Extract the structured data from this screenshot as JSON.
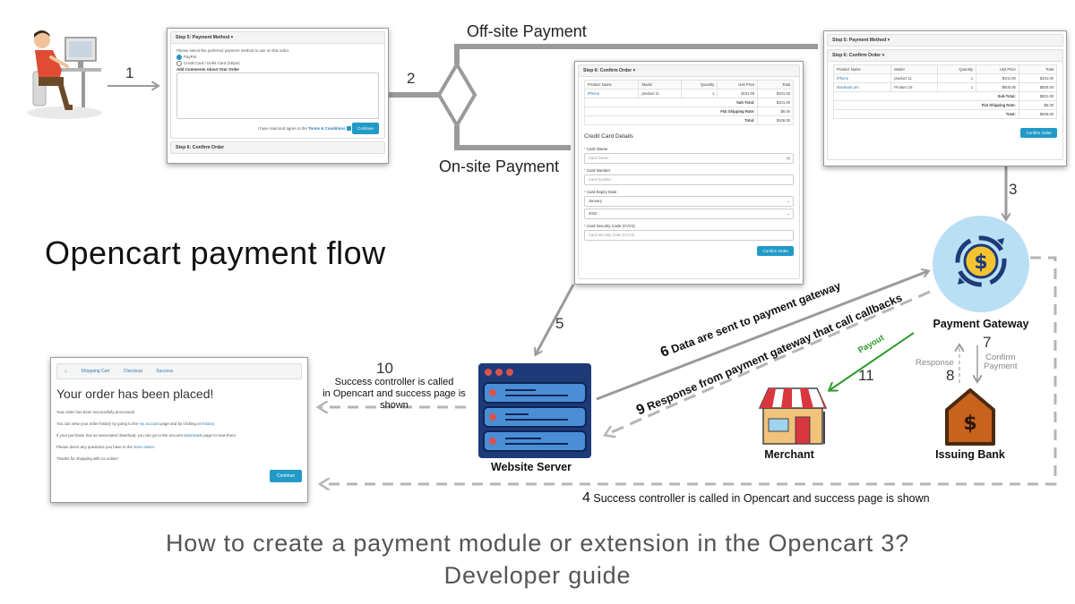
{
  "title": "Opencart payment flow",
  "footer": {
    "line1": "How to create a payment module or extension in the Opencart 3?",
    "line2": "Developer guide"
  },
  "branches": {
    "offsite": "Off-site Payment",
    "onsite": "On-site Payment"
  },
  "steps": {
    "s1": "1",
    "s2": "2",
    "s3": "3",
    "s4": "4",
    "s5": "5",
    "s6": "6",
    "s7": "7",
    "s8": "8",
    "s9": "9",
    "s10": "10",
    "s11": "11"
  },
  "flow_labels": {
    "data_sent": "Data are sent to payment gateway",
    "response": "Response from payment gateway that call callbacks",
    "success_10": "Success controller is called\nin Opencart and success page is shown",
    "success_4": "Success controller is called in Opencart and success page is shown",
    "payout": "Payout",
    "response_small": "Response",
    "confirm_payment": "Confirm\nPayment"
  },
  "nodes": {
    "gateway": "Payment Gateway",
    "server": "Website Server",
    "merchant": "Merchant",
    "bank": "Issuing Bank"
  },
  "shot_payment_method": {
    "header": "Step 5: Payment Method ▾",
    "intro": "Please select the preferred payment method to use on this order.",
    "option1": "PayPal",
    "option2": "Credit Card / Debit Card (Stripe)",
    "comments_label": "Add Comments About Your Order",
    "agree_text": "I have read and agree to the",
    "terms_link": "Terms & Conditions",
    "continue_btn": "Continue",
    "next_header": "Step 6: Confirm Order"
  },
  "shot_onsite": {
    "header": "Step 6: Confirm Order ▾",
    "columns": [
      "Product Name",
      "Model",
      "Quantity",
      "Unit Price",
      "Total"
    ],
    "rows": [
      [
        "iPhone",
        "product 11",
        "1",
        "$101.00",
        "$101.00"
      ]
    ],
    "totals": [
      {
        "label": "Sub-Total:",
        "value": "$101.00"
      },
      {
        "label": "Flat Shipping Rate:",
        "value": "$5.00"
      },
      {
        "label": "Total:",
        "value": "$106.00"
      }
    ],
    "cc_title": "Credit Card Details",
    "owner_label": "Card Owner",
    "owner_ph": "Card Owner",
    "number_label": "Card Number",
    "number_ph": "Card Number",
    "expiry_label": "Card Expiry Date",
    "month": "January",
    "year": "2020",
    "cvv_label": "Card Security Code (CVV2)",
    "cvv_ph": "Card Security Code (CVV2)",
    "confirm_btn": "Confirm Order"
  },
  "shot_offsite": {
    "header1": "Step 5: Payment Method ▾",
    "header2": "Step 6: Confirm Order ▾",
    "columns": [
      "Product Name",
      "Model",
      "Quantity",
      "Unit Price",
      "Total"
    ],
    "rows": [
      [
        "iPhone",
        "product 11",
        "1",
        "$101.00",
        "$101.00"
      ],
      [
        "MacBook pro",
        "Product 16",
        "1",
        "$500.00",
        "$500.00"
      ]
    ],
    "totals": [
      {
        "label": "Sub-Total:",
        "value": "$601.00"
      },
      {
        "label": "Flat Shipping Rate:",
        "value": "$5.00"
      },
      {
        "label": "Total:",
        "value": "$606.00"
      }
    ],
    "confirm_btn": "Confirm Order"
  },
  "shot_success": {
    "crumbs": [
      "Shopping Cart",
      "Checkout",
      "Success"
    ],
    "heading": "Your order has been placed!",
    "p1": "Your order has been successfully processed!",
    "p2a": "You can view your order history by going to the",
    "p2_link1": "my account",
    "p2b": "page and by clicking on",
    "p2_link2": "history",
    "p3a": "If your purchase has an associated download, you can go to the account",
    "p3_link": "downloads",
    "p3b": "page to view them.",
    "p4a": "Please direct any questions you have to the",
    "p4_link": "store owner",
    "p5": "Thanks for shopping with us online!",
    "continue_btn": "Continue"
  },
  "colors": {
    "arrow_grey": "#9a9a9a",
    "dashed_grey": "#b5b5b5",
    "gateway_blue": "#b9dff5",
    "server_navy": "#1f3a78",
    "server_accent": "#d9534f",
    "payout_green": "#2e9a2e",
    "house_brown": "#7a4820",
    "button_blue": "#229ac8"
  }
}
